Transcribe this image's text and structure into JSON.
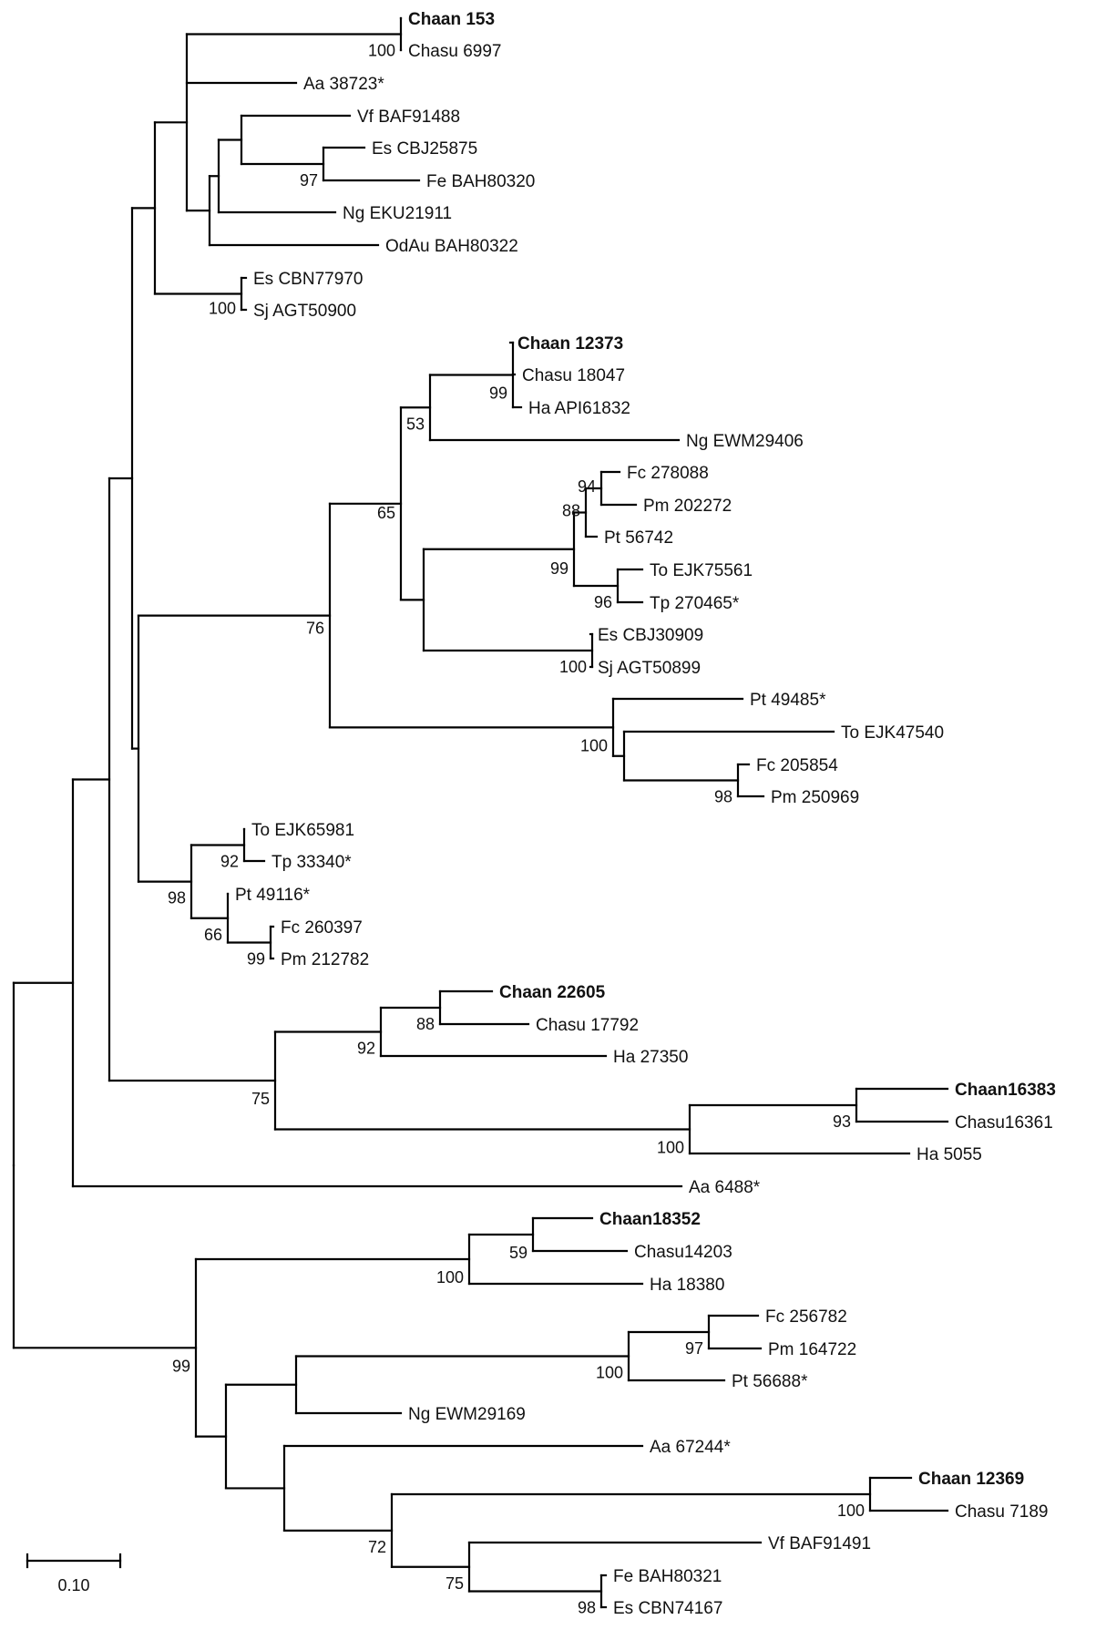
{
  "tree": {
    "leaves": {
      "l1": {
        "label": "Chaan 153",
        "bold": true
      },
      "l2": {
        "label": "Chasu 6997",
        "bold": false
      },
      "l3": {
        "label": "Aa 38723*",
        "bold": false
      },
      "l4": {
        "label": "Vf BAF91488",
        "bold": false
      },
      "l5": {
        "label": "Es CBJ25875",
        "bold": false
      },
      "l6": {
        "label": "Fe BAH80320",
        "bold": false
      },
      "l7": {
        "label": "Ng EKU21911",
        "bold": false
      },
      "l8": {
        "label": "OdAu BAH80322",
        "bold": false
      },
      "l9": {
        "label": "Es CBN77970",
        "bold": false
      },
      "l10": {
        "label": "Sj AGT50900",
        "bold": false
      },
      "l11": {
        "label": "Chaan 12373",
        "bold": true
      },
      "l12": {
        "label": "Chasu 18047",
        "bold": false
      },
      "l13": {
        "label": "Ha API61832",
        "bold": false
      },
      "l14": {
        "label": "Ng EWM29406",
        "bold": false
      },
      "l15": {
        "label": "Fc 278088",
        "bold": false
      },
      "l16": {
        "label": "Pm 202272",
        "bold": false
      },
      "l17": {
        "label": "Pt 56742",
        "bold": false
      },
      "l18": {
        "label": "To EJK75561",
        "bold": false
      },
      "l19": {
        "label": "Tp 270465*",
        "bold": false
      },
      "l20": {
        "label": "Es CBJ30909",
        "bold": false
      },
      "l21": {
        "label": "Sj AGT50899",
        "bold": false
      },
      "l22": {
        "label": "Pt 49485*",
        "bold": false
      },
      "l23": {
        "label": "To EJK47540",
        "bold": false
      },
      "l24": {
        "label": "Fc 205854",
        "bold": false
      },
      "l25": {
        "label": "Pm 250969",
        "bold": false
      },
      "l26": {
        "label": "To EJK65981",
        "bold": false
      },
      "l27": {
        "label": "Tp 33340*",
        "bold": false
      },
      "l28": {
        "label": "Pt 49116*",
        "bold": false
      },
      "l29": {
        "label": "Fc 260397",
        "bold": false
      },
      "l30": {
        "label": "Pm 212782",
        "bold": false
      },
      "l31": {
        "label": "Chaan 22605",
        "bold": true
      },
      "l32": {
        "label": "Chasu 17792",
        "bold": false
      },
      "l33": {
        "label": "Ha 27350",
        "bold": false
      },
      "l34": {
        "label": "Chaan16383",
        "bold": true
      },
      "l35": {
        "label": "Chasu16361",
        "bold": false
      },
      "l36": {
        "label": "Ha 5055",
        "bold": false
      },
      "l37": {
        "label": "Aa 6488*",
        "bold": false
      },
      "l38": {
        "label": "Chaan18352",
        "bold": true
      },
      "l39": {
        "label": "Chasu14203",
        "bold": false
      },
      "l40": {
        "label": "Ha 18380",
        "bold": false
      },
      "l41": {
        "label": "Fc 256782",
        "bold": false
      },
      "l42": {
        "label": "Pm 164722",
        "bold": false
      },
      "l43": {
        "label": "Pt 56688*",
        "bold": false
      },
      "l44": {
        "label": "Ng EWM29169",
        "bold": false
      },
      "l45": {
        "label": "Aa 67244*",
        "bold": false
      },
      "l46": {
        "label": "Chaan 12369",
        "bold": true
      },
      "l47": {
        "label": "Chasu 7189",
        "bold": false
      },
      "l48": {
        "label": "Vf BAF91491",
        "bold": false
      },
      "l49": {
        "label": "Fe BAH80321",
        "bold": false
      },
      "l50": {
        "label": "Es CBN74167",
        "bold": false
      }
    },
    "support_values": {
      "a1": "100",
      "a3": "97",
      "a6": "100",
      "b3": "99",
      "b2": "53",
      "b1": "65",
      "c5": "94",
      "c4": "88",
      "c6": "96",
      "c3": "99",
      "c7": "100",
      "d1": "100",
      "d3": "98",
      "b0": "76",
      "e2": "92",
      "e4": "99",
      "e3": "66",
      "e1": "98",
      "f2": "88",
      "f1": "92",
      "f4": "93",
      "f3": "100",
      "f0": "75",
      "g2": "59",
      "g1": "100",
      "h3": "97",
      "h2": "100",
      "i3": "100",
      "i5": "98",
      "i4": "75",
      "i2": "72",
      "g0": "99"
    },
    "scale_bar": {
      "label": "0.10"
    }
  }
}
